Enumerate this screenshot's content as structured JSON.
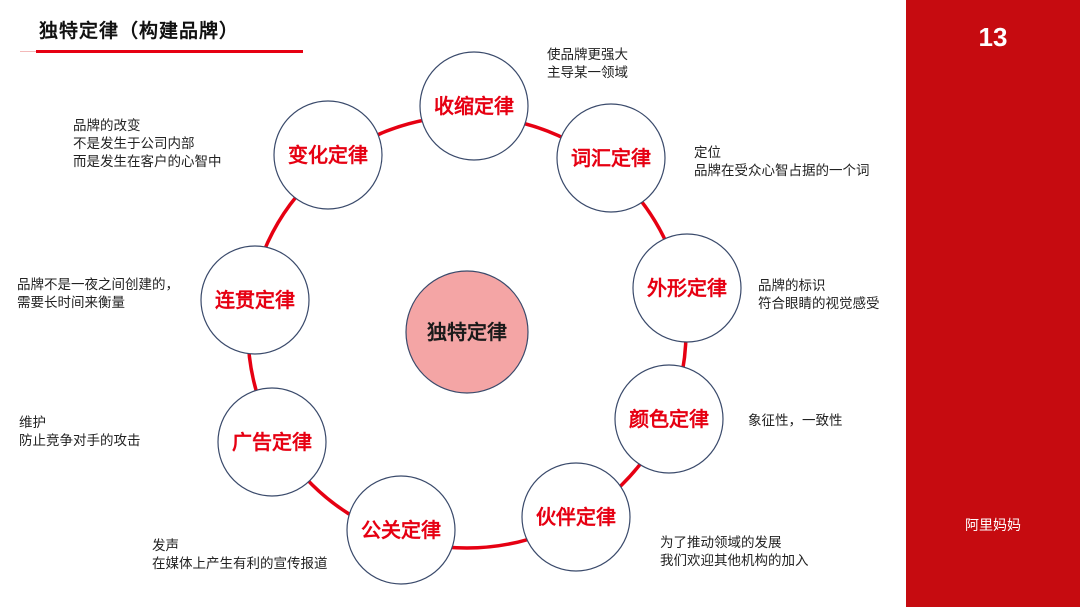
{
  "slide": {
    "title": "独特定律（构建品牌）",
    "page_number": "13",
    "brand": "阿里妈妈"
  },
  "diagram": {
    "center": "独特定律",
    "nodes": [
      {
        "label": "收缩定律",
        "note": [
          "使品牌更强大",
          "主导某一领域"
        ]
      },
      {
        "label": "词汇定律",
        "note": [
          "定位",
          "品牌在受众心智占据的一个词"
        ]
      },
      {
        "label": "外形定律",
        "note": [
          "品牌的标识",
          "符合眼睛的视觉感受"
        ]
      },
      {
        "label": "颜色定律",
        "note": [
          "象征性，一致性"
        ]
      },
      {
        "label": "伙伴定律",
        "note": [
          "为了推动领域的发展",
          "我们欢迎其他机构的加入"
        ]
      },
      {
        "label": "公关定律",
        "note": [
          "发声",
          "在媒体上产生有利的宣传报道"
        ]
      },
      {
        "label": "广告定律",
        "note": [
          "维护",
          "防止竞争对手的攻击"
        ]
      },
      {
        "label": "连贯定律",
        "note": [
          "品牌不是一夜之间创建的，",
          "需要长时间来衡量"
        ]
      },
      {
        "label": "变化定律",
        "note": [
          "品牌的改变",
          "不是发生于公司内部",
          "而是发生在客户的心智中"
        ]
      }
    ]
  },
  "colors": {
    "accent": "#e60012",
    "sidebar": "#c60b10",
    "center_fill": "#f4a5a5",
    "node_border": "#3a4a6b"
  }
}
